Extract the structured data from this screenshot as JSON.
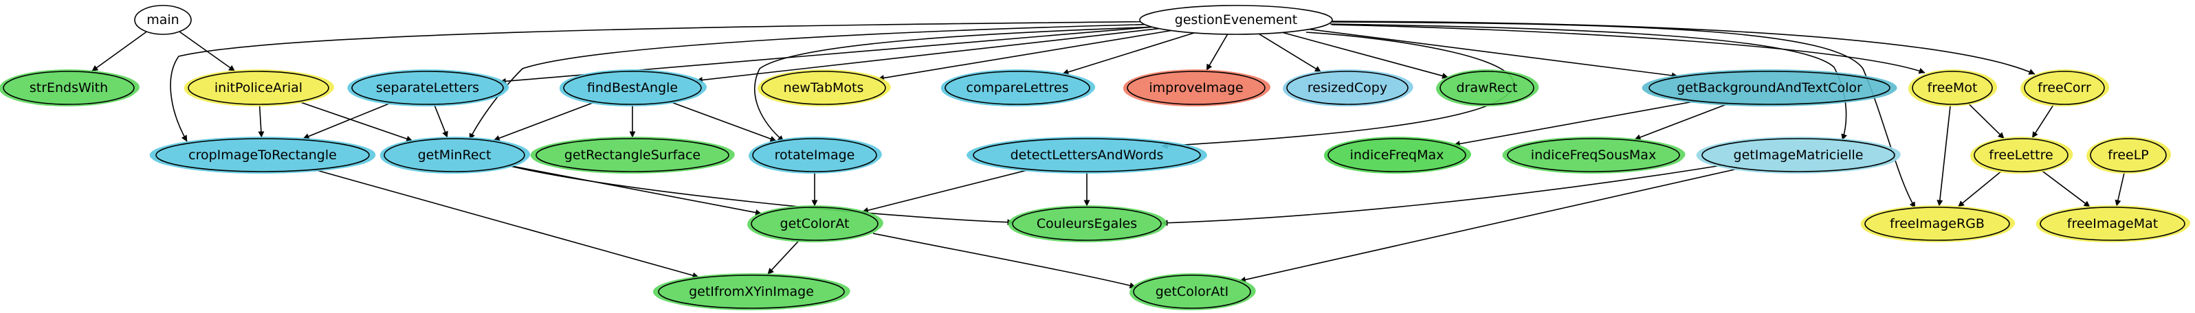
{
  "palette": {
    "default": "#ffffff",
    "green": "#5cd65c",
    "yellow": "#f2ed4d",
    "cyan": "#5bc8e0",
    "teal": "#5abccf",
    "light_blue": "#85cde8",
    "pale_blue": "#94d6e6",
    "salmon": "#f07a62",
    "bright_green": "#4ed44e"
  },
  "nodes": [
    {
      "id": "main",
      "label": "main",
      "color": "default"
    },
    {
      "id": "gestionEvenement",
      "label": "gestionEvenement",
      "color": "default"
    },
    {
      "id": "strEndsWith",
      "label": "strEndsWith",
      "color": "green"
    },
    {
      "id": "initPoliceArial",
      "label": "initPoliceArial",
      "color": "yellow"
    },
    {
      "id": "separateLetters",
      "label": "separateLetters",
      "color": "cyan"
    },
    {
      "id": "findBestAngle",
      "label": "findBestAngle",
      "color": "cyan"
    },
    {
      "id": "newTabMots",
      "label": "newTabMots",
      "color": "yellow"
    },
    {
      "id": "compareLettres",
      "label": "compareLettres",
      "color": "cyan"
    },
    {
      "id": "improveImage",
      "label": "improveImage",
      "color": "salmon"
    },
    {
      "id": "resizedCopy",
      "label": "resizedCopy",
      "color": "light_blue"
    },
    {
      "id": "drawRect",
      "label": "drawRect",
      "color": "green"
    },
    {
      "id": "getBackgroundAndTextColor",
      "label": "getBackgroundAndTextColor",
      "color": "teal"
    },
    {
      "id": "freeMot",
      "label": "freeMot",
      "color": "yellow"
    },
    {
      "id": "freeCorr",
      "label": "freeCorr",
      "color": "yellow"
    },
    {
      "id": "cropImageToRectangle",
      "label": "cropImageToRectangle",
      "color": "cyan"
    },
    {
      "id": "getMinRect",
      "label": "getMinRect",
      "color": "cyan"
    },
    {
      "id": "getRectangleSurface",
      "label": "getRectangleSurface",
      "color": "green"
    },
    {
      "id": "rotateImage",
      "label": "rotateImage",
      "color": "cyan"
    },
    {
      "id": "detectLettersAndWords",
      "label": "detectLettersAndWords",
      "color": "cyan"
    },
    {
      "id": "indiceFreqMax",
      "label": "indiceFreqMax",
      "color": "bright_green"
    },
    {
      "id": "indiceFreqSousMax",
      "label": "indiceFreqSousMax",
      "color": "green"
    },
    {
      "id": "getImageMatricielle",
      "label": "getImageMatricielle",
      "color": "pale_blue"
    },
    {
      "id": "freeLettre",
      "label": "freeLettre",
      "color": "yellow"
    },
    {
      "id": "freeLP",
      "label": "freeLP",
      "color": "yellow"
    },
    {
      "id": "getColorAt",
      "label": "getColorAt",
      "color": "green"
    },
    {
      "id": "CouleursEgales",
      "label": "CouleursEgales",
      "color": "green"
    },
    {
      "id": "freeImageRGB",
      "label": "freeImageRGB",
      "color": "yellow"
    },
    {
      "id": "freeImageMat",
      "label": "freeImageMat",
      "color": "yellow"
    },
    {
      "id": "getIfromXYinImage",
      "label": "getIfromXYinImage",
      "color": "green"
    },
    {
      "id": "getColorAtI",
      "label": "getColorAtI",
      "color": "green"
    }
  ],
  "edges": [
    {
      "from": "main",
      "to": "strEndsWith"
    },
    {
      "from": "main",
      "to": "initPoliceArial"
    },
    {
      "from": "gestionEvenement",
      "to": "separateLetters"
    },
    {
      "from": "gestionEvenement",
      "to": "findBestAngle"
    },
    {
      "from": "gestionEvenement",
      "to": "newTabMots"
    },
    {
      "from": "gestionEvenement",
      "to": "compareLettres"
    },
    {
      "from": "gestionEvenement",
      "to": "improveImage"
    },
    {
      "from": "gestionEvenement",
      "to": "resizedCopy"
    },
    {
      "from": "gestionEvenement",
      "to": "drawRect"
    },
    {
      "from": "gestionEvenement",
      "to": "getBackgroundAndTextColor"
    },
    {
      "from": "gestionEvenement",
      "to": "freeMot"
    },
    {
      "from": "gestionEvenement",
      "to": "freeCorr"
    },
    {
      "from": "gestionEvenement",
      "to": "cropImageToRectangle"
    },
    {
      "from": "gestionEvenement",
      "to": "getMinRect"
    },
    {
      "from": "gestionEvenement",
      "to": "rotateImage"
    },
    {
      "from": "gestionEvenement",
      "to": "detectLettersAndWords"
    },
    {
      "from": "gestionEvenement",
      "to": "getImageMatricielle"
    },
    {
      "from": "gestionEvenement",
      "to": "freeImageRGB"
    },
    {
      "from": "initPoliceArial",
      "to": "cropImageToRectangle"
    },
    {
      "from": "initPoliceArial",
      "to": "getMinRect"
    },
    {
      "from": "separateLetters",
      "to": "cropImageToRectangle"
    },
    {
      "from": "separateLetters",
      "to": "getMinRect"
    },
    {
      "from": "findBestAngle",
      "to": "getMinRect"
    },
    {
      "from": "findBestAngle",
      "to": "getRectangleSurface"
    },
    {
      "from": "findBestAngle",
      "to": "rotateImage"
    },
    {
      "from": "getBackgroundAndTextColor",
      "to": "indiceFreqMax"
    },
    {
      "from": "getBackgroundAndTextColor",
      "to": "indiceFreqSousMax"
    },
    {
      "from": "freeMot",
      "to": "freeLettre"
    },
    {
      "from": "freeMot",
      "to": "freeImageRGB"
    },
    {
      "from": "freeCorr",
      "to": "freeLettre"
    },
    {
      "from": "freeLettre",
      "to": "freeImageRGB"
    },
    {
      "from": "freeLettre",
      "to": "freeImageMat"
    },
    {
      "from": "freeLP",
      "to": "freeImageMat"
    },
    {
      "from": "cropImageToRectangle",
      "to": "getIfromXYinImage"
    },
    {
      "from": "getMinRect",
      "to": "getColorAt"
    },
    {
      "from": "getMinRect",
      "to": "CouleursEgales"
    },
    {
      "from": "rotateImage",
      "to": "getColorAt"
    },
    {
      "from": "detectLettersAndWords",
      "to": "getColorAt"
    },
    {
      "from": "detectLettersAndWords",
      "to": "CouleursEgales"
    },
    {
      "from": "getImageMatricielle",
      "to": "CouleursEgales"
    },
    {
      "from": "getImageMatricielle",
      "to": "getColorAtI"
    },
    {
      "from": "getColorAt",
      "to": "getIfromXYinImage"
    },
    {
      "from": "getColorAt",
      "to": "getColorAtI"
    }
  ]
}
